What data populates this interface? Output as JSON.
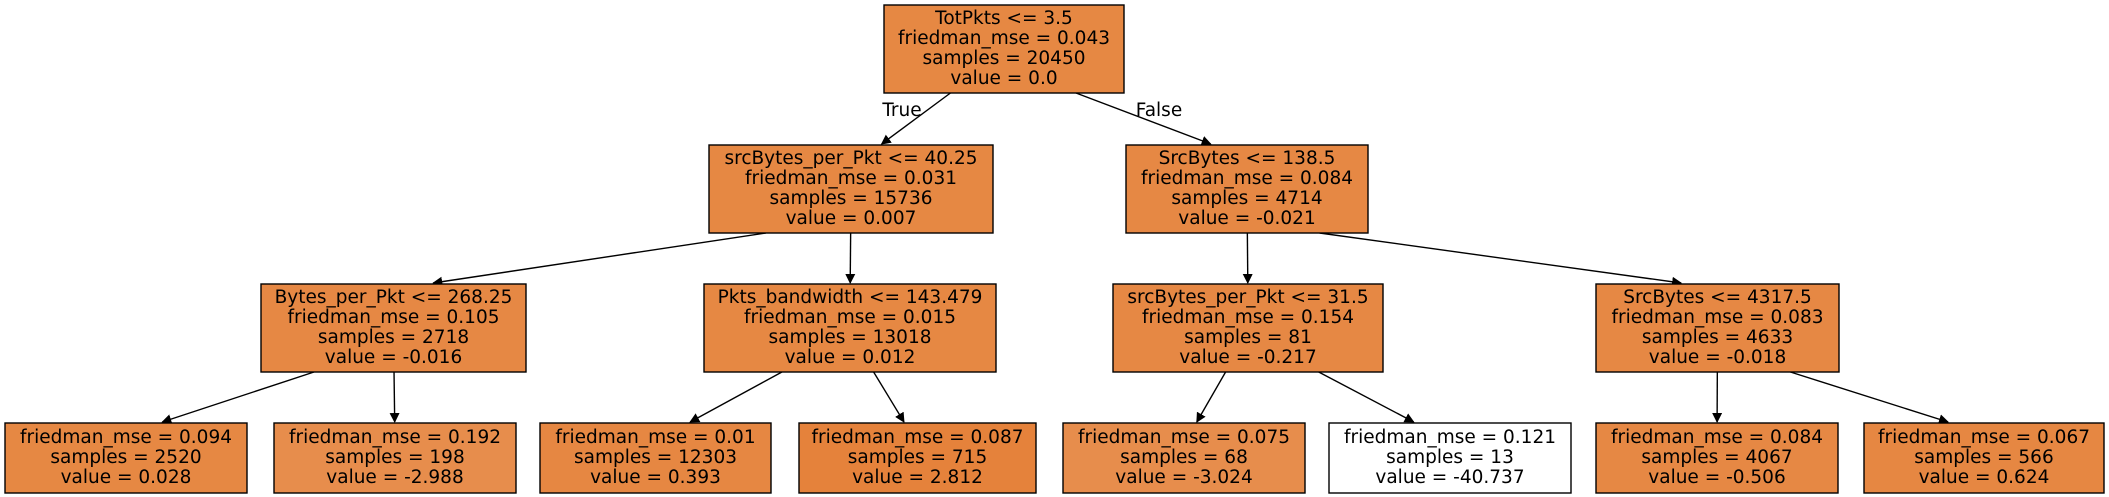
{
  "colors": {
    "node_fill_default": "#e68743",
    "edge_stroke": "#000000"
  },
  "edge_labels": {
    "true_label": "True",
    "false_label": "False"
  },
  "nodes": [
    {
      "id": "n0",
      "lines": [
        "TotPkts <= 3.5",
        "friedman_mse = 0.043",
        "samples = 20450",
        "value = 0.0"
      ],
      "fill": "#e68843"
    },
    {
      "id": "n1",
      "lines": [
        "srcBytes_per_Pkt <= 40.25",
        "friedman_mse = 0.031",
        "samples = 15736",
        "value = 0.007"
      ],
      "fill": "#e68843"
    },
    {
      "id": "n2",
      "lines": [
        "SrcBytes <= 138.5",
        "friedman_mse = 0.084",
        "samples = 4714",
        "value = -0.021"
      ],
      "fill": "#e68844"
    },
    {
      "id": "n3",
      "lines": [
        "Bytes_per_Pkt <= 268.25",
        "friedman_mse = 0.105",
        "samples = 2718",
        "value = -0.016"
      ],
      "fill": "#e68844"
    },
    {
      "id": "n4",
      "lines": [
        "Pkts_bandwidth <= 143.479",
        "friedman_mse = 0.015",
        "samples = 13018",
        "value = 0.012"
      ],
      "fill": "#e68843"
    },
    {
      "id": "n5",
      "lines": [
        "srcBytes_per_Pkt <= 31.5",
        "friedman_mse = 0.154",
        "samples = 81",
        "value = -0.217"
      ],
      "fill": "#e68844"
    },
    {
      "id": "n6",
      "lines": [
        "SrcBytes <= 4317.5",
        "friedman_mse = 0.083",
        "samples = 4633",
        "value = -0.018"
      ],
      "fill": "#e68844"
    },
    {
      "id": "n7",
      "lines": [
        "friedman_mse = 0.094",
        "samples = 2520",
        "value = 0.028"
      ],
      "fill": "#e68843"
    },
    {
      "id": "n8",
      "lines": [
        "friedman_mse = 0.192",
        "samples = 198",
        "value = -2.988"
      ],
      "fill": "#e78d4c"
    },
    {
      "id": "n9",
      "lines": [
        "friedman_mse = 0.01",
        "samples = 12303",
        "value = 0.393"
      ],
      "fill": "#e68742"
    },
    {
      "id": "n10",
      "lines": [
        "friedman_mse = 0.087",
        "samples = 715",
        "value = 2.812"
      ],
      "fill": "#e5823b"
    },
    {
      "id": "n11",
      "lines": [
        "friedman_mse = 0.075",
        "samples = 68",
        "value = -3.024"
      ],
      "fill": "#e78d4c"
    },
    {
      "id": "n12",
      "lines": [
        "friedman_mse = 0.121",
        "samples = 13",
        "value = -40.737"
      ],
      "fill": "#ffffff"
    },
    {
      "id": "n13",
      "lines": [
        "friedman_mse = 0.084",
        "samples = 4067",
        "value = -0.506"
      ],
      "fill": "#e68844"
    },
    {
      "id": "n14",
      "lines": [
        "friedman_mse = 0.067",
        "samples = 566",
        "value = 0.624"
      ],
      "fill": "#e68742"
    }
  ],
  "edges": [
    {
      "from": "n0",
      "to": "n1",
      "label": "true_label"
    },
    {
      "from": "n0",
      "to": "n2",
      "label": "false_label"
    },
    {
      "from": "n1",
      "to": "n3"
    },
    {
      "from": "n1",
      "to": "n4"
    },
    {
      "from": "n2",
      "to": "n5"
    },
    {
      "from": "n2",
      "to": "n6"
    },
    {
      "from": "n3",
      "to": "n7"
    },
    {
      "from": "n3",
      "to": "n8"
    },
    {
      "from": "n4",
      "to": "n9"
    },
    {
      "from": "n4",
      "to": "n10"
    },
    {
      "from": "n5",
      "to": "n11"
    },
    {
      "from": "n5",
      "to": "n12"
    },
    {
      "from": "n6",
      "to": "n13"
    },
    {
      "from": "n6",
      "to": "n14"
    }
  ]
}
